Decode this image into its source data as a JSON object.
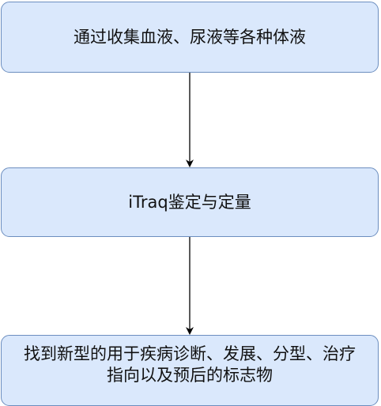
{
  "diagram": {
    "nodes": [
      {
        "id": "n1",
        "label": "通过收集血液、尿液等各种体液"
      },
      {
        "id": "n2",
        "label": "iTraq鉴定与定量"
      },
      {
        "id": "n3",
        "label": "找到新型的用于疾病诊断、发展、分型、治疗指向以及预后的标志物"
      }
    ],
    "edges": [
      {
        "from": "n1",
        "to": "n2"
      },
      {
        "from": "n2",
        "to": "n3"
      }
    ],
    "colors": {
      "node_fill": "#dae8fc",
      "node_border": "#6c8ebf",
      "edge": "#000000",
      "text": "#111111"
    }
  }
}
